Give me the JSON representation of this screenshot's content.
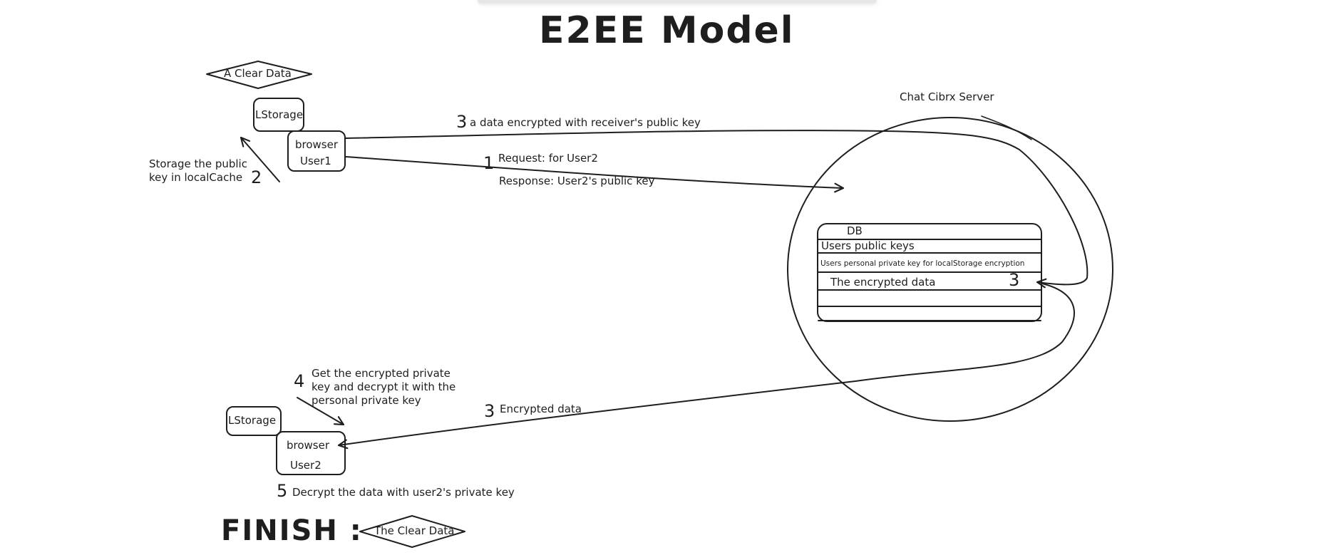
{
  "title": "E2EE Model",
  "server_label": "Chat Cibrx Server",
  "user1": {
    "storage": "LStorage",
    "browser": "browser",
    "name": "User1",
    "clear_data": "A Clear Data"
  },
  "user2": {
    "storage": "LStorage",
    "browser": "browser",
    "name": "User2"
  },
  "steps": {
    "s1_num": "1",
    "s1_request": "Request: for User2",
    "s1_response": "Response: User2's public key",
    "s2_num": "2",
    "s2_line1": "Storage the public",
    "s2_line2": "key in localCache",
    "s3a_num": "3",
    "s3a_text": "a data encrypted with receiver's public key",
    "s3_db_num": "3",
    "s3b_num": "3",
    "s3b_text": "Encrypted data",
    "s4_num": "4",
    "s4_line1": "Get the encrypted private",
    "s4_line2": "key and decrypt it with the",
    "s4_line3": "personal private key",
    "s5_num": "5",
    "s5_text": "Decrypt the data with user2's private key"
  },
  "db": {
    "header": "DB",
    "rows": [
      "Users public keys",
      "Users personal private key for localStorage encryption",
      "The encrypted data",
      ""
    ]
  },
  "finish": {
    "label": "FINISH :",
    "result": "The Clear Data"
  },
  "colors": {
    "stroke": "#1e1e1e",
    "background": "#ffffff"
  }
}
